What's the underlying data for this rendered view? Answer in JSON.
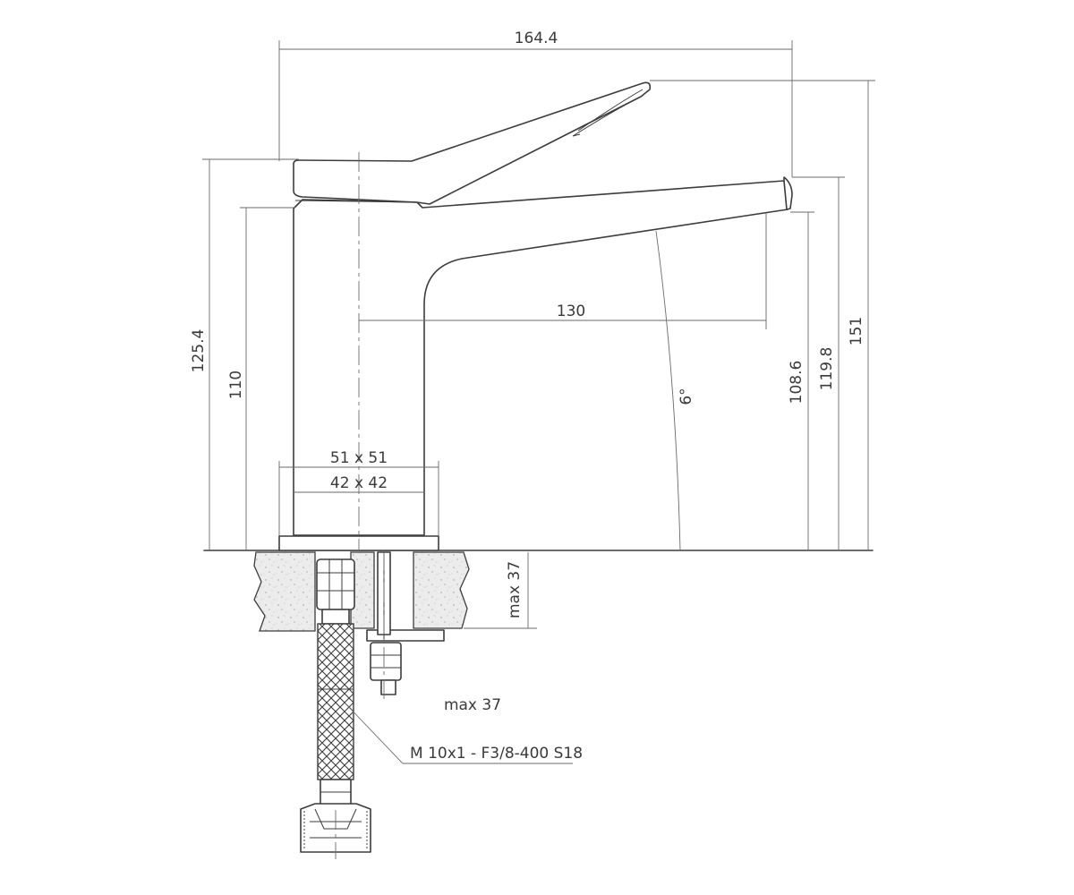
{
  "diagram": {
    "dimensions": {
      "total_length": "164.4",
      "spout_reach": "130",
      "height_handle": "125.4",
      "height_body": "110",
      "height_total": "151",
      "height_spout_top": "119.8",
      "height_outlet": "108.6",
      "angle": "6°",
      "base_outer": "51 x 51",
      "base_inner": "42 x 42",
      "max_thickness": "max 37",
      "max_thickness_label": "max 37"
    },
    "hose_spec": "M 10x1 - F3/8-400 S18"
  }
}
